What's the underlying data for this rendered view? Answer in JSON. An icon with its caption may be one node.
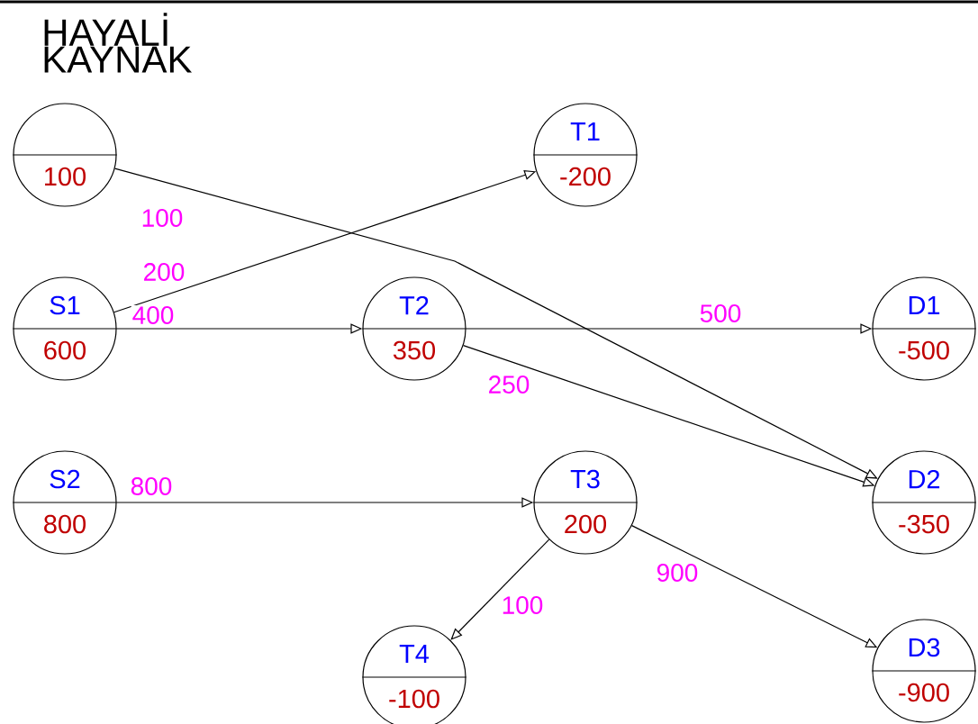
{
  "diagram": {
    "nodes": [
      {
        "text": [
          "HAYALİ KAYNAK",
          "100"
        ]
      },
      {
        "text": [
          "T1",
          "-200"
        ]
      },
      {
        "text": [
          "S1",
          "600"
        ]
      },
      {
        "text": [
          "T2",
          "350"
        ]
      },
      {
        "text": [
          "D1",
          "-500"
        ]
      },
      {
        "text": [
          "S2",
          "800"
        ]
      },
      {
        "text": [
          "T3",
          "200"
        ]
      },
      {
        "text": [
          "D2",
          "-350"
        ]
      },
      {
        "text": [
          "T4",
          "-100"
        ]
      },
      {
        "text": [
          "D3",
          "-900"
        ]
      }
    ],
    "edges": [
      {
        "from": 0,
        "to": 7,
        "arrow": "to",
        "label": "100"
      },
      {
        "from": 2,
        "to": 1,
        "arrow": "to",
        "label": "200"
      },
      {
        "from": 2,
        "to": 3,
        "arrow": "to",
        "label": "400"
      },
      {
        "from": 3,
        "to": 4,
        "arrow": "to",
        "label": "500"
      },
      {
        "from": 3,
        "to": 7,
        "arrow": "to",
        "label": "250"
      },
      {
        "from": 5,
        "to": 6,
        "arrow": "to",
        "label": "800"
      },
      {
        "from": 6,
        "to": 8,
        "arrow": "to",
        "label": "100"
      },
      {
        "from": 6,
        "to": 9,
        "arrow": "to",
        "label": "900"
      }
    ]
  }
}
